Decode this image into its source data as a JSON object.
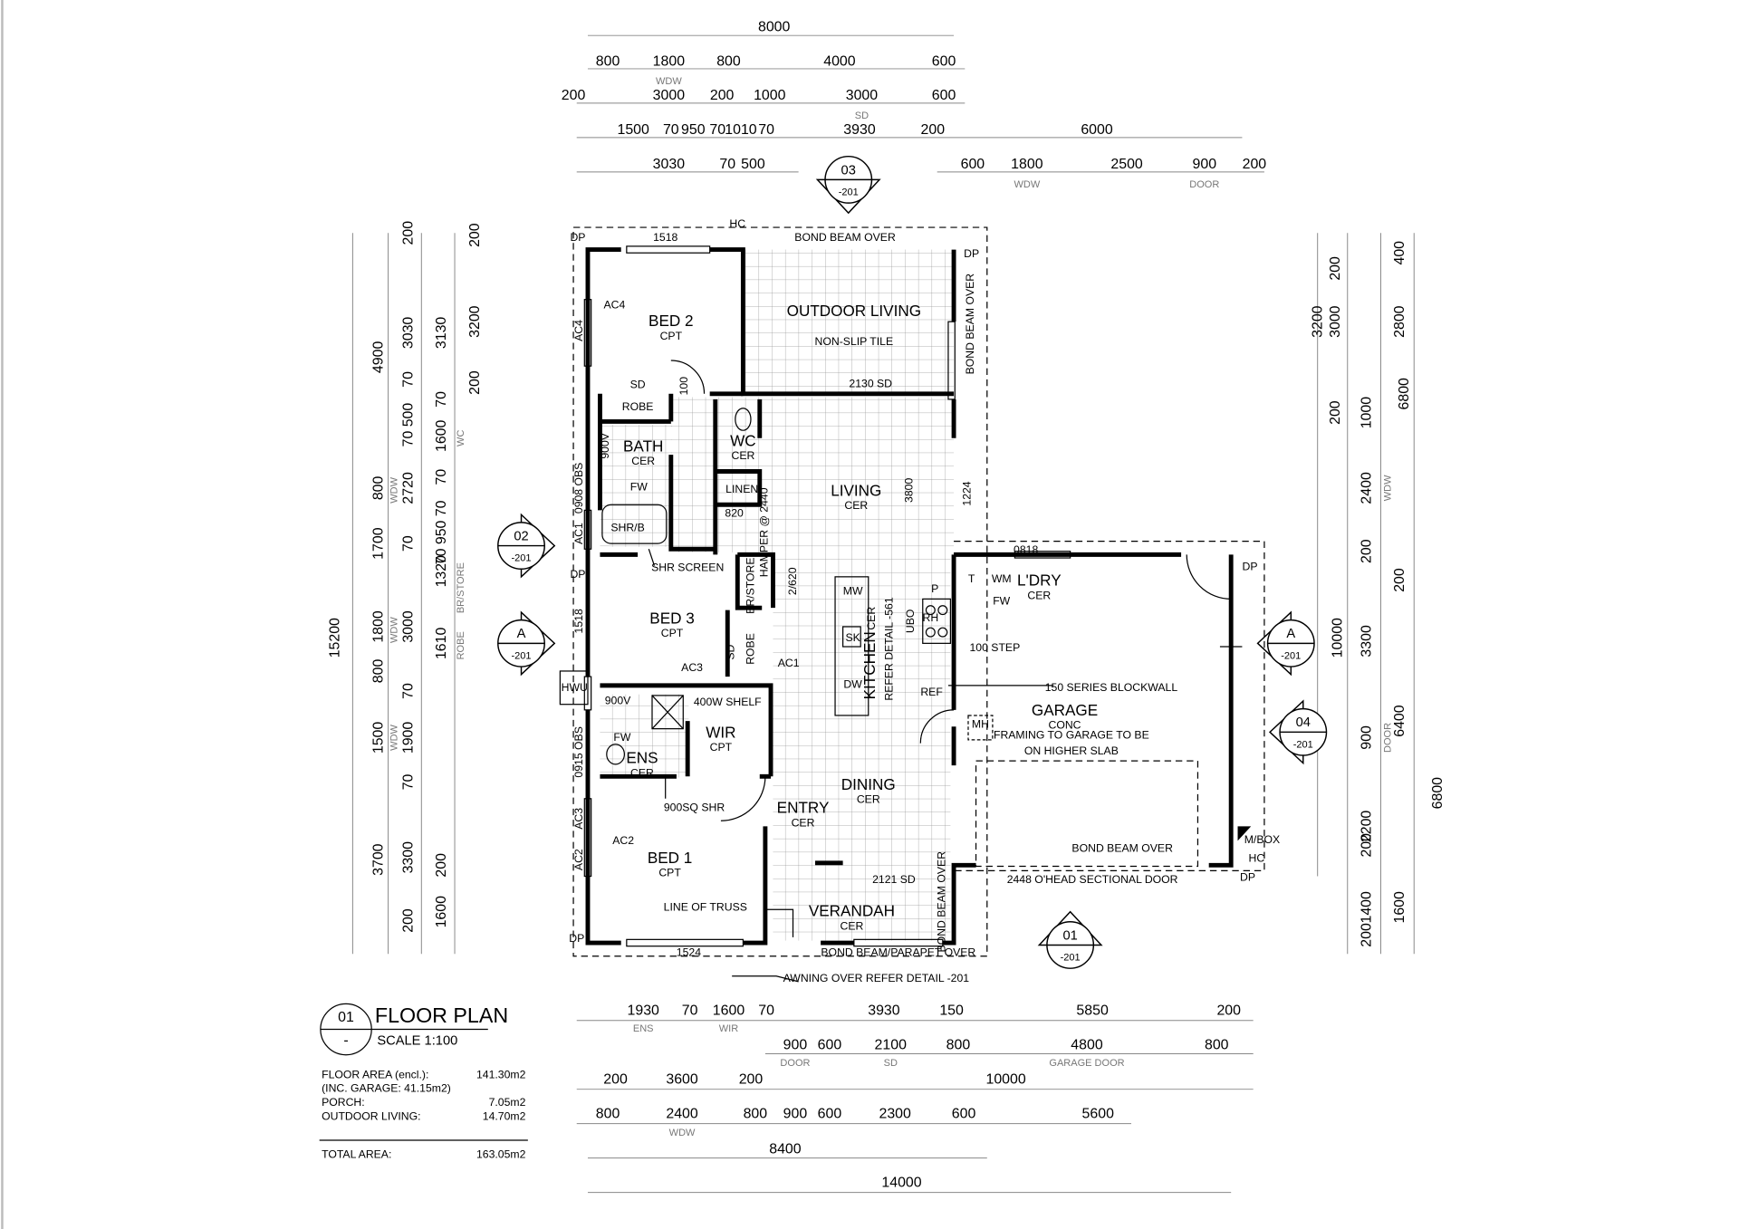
{
  "title_block": {
    "ref_top": "01",
    "ref_bottom": "-",
    "title": "FLOOR PLAN",
    "scale": "SCALE 1:100",
    "areas": [
      {
        "label": "FLOOR AREA (encl.):",
        "value": "141.30m2"
      },
      {
        "label": "(INC. GARAGE: 41.15m2)",
        "value": ""
      },
      {
        "label": "PORCH:",
        "value": "7.05m2"
      },
      {
        "label": "OUTDOOR LIVING:",
        "value": "14.70m2"
      }
    ],
    "total": {
      "label": "TOTAL AREA:",
      "value": "163.05m2"
    }
  },
  "section_markers": [
    {
      "top": "03",
      "bottom": "-201"
    },
    {
      "top": "02",
      "bottom": "-201"
    },
    {
      "top": "A",
      "bottom": "-201"
    },
    {
      "top": "A",
      "bottom": "-201"
    },
    {
      "top": "04",
      "bottom": "-201"
    },
    {
      "top": "01",
      "bottom": "-201"
    }
  ],
  "dims_top": [
    "8000",
    "800",
    "1800",
    "800",
    "4000",
    "600",
    "WDW",
    "200",
    "3000",
    "200",
    "1000",
    "3000",
    "600",
    "SD",
    "1500",
    "70",
    "950",
    "70",
    "1010",
    "70",
    "3930",
    "200",
    "6000",
    "3030",
    "70",
    "500",
    "600",
    "1800",
    "2500",
    "900",
    "200",
    "WDW",
    "DOOR"
  ],
  "dims_bottom": [
    "1930",
    "70",
    "1600",
    "70",
    "3930",
    "150",
    "5850",
    "200",
    "ENS",
    "WIR",
    "900",
    "600",
    "2100",
    "800",
    "4800",
    "800",
    "DOOR",
    "SD",
    "GARAGE DOOR",
    "200",
    "3600",
    "200",
    "10000",
    "800",
    "2400",
    "800",
    "900",
    "600",
    "2300",
    "600",
    "5600",
    "WDW",
    "8400",
    "14000"
  ],
  "dims_left": [
    "15200",
    "4900",
    "800",
    "1700",
    "1800",
    "800",
    "1500",
    "3700",
    "WDW",
    "WDW",
    "WDW",
    "200",
    "3030",
    "70",
    "70 500",
    "2720",
    "70",
    "3000",
    "70",
    "1900",
    "70",
    "3300",
    "200",
    "3130",
    "70",
    "1600",
    "70",
    "70 950 70",
    "1320",
    "1610",
    "200",
    "1600",
    "WC",
    "BR/STORE",
    "ROBE",
    "200",
    "3200",
    "200"
  ],
  "dims_right": [
    "3200",
    "200",
    "10000",
    "200",
    "3000",
    "1000",
    "2400",
    "200",
    "3300",
    "900",
    "2200",
    "200",
    "1400",
    "200",
    "400",
    "2800",
    "6800",
    "200",
    "6400",
    "6800",
    "1600",
    "WDW",
    "DOOR"
  ],
  "rooms": [
    {
      "name": "BED 2",
      "finish": "CPT"
    },
    {
      "name": "OUTDOOR LIVING",
      "finish": "NON-SLIP TILE"
    },
    {
      "name": "BATH",
      "finish": "CER"
    },
    {
      "name": "WC",
      "finish": "CER"
    },
    {
      "name": "LIVING",
      "finish": "CER"
    },
    {
      "name": "BED 3",
      "finish": "CPT"
    },
    {
      "name": "KITCHEN",
      "finish": "CER"
    },
    {
      "name": "L'DRY",
      "finish": "CER"
    },
    {
      "name": "GARAGE",
      "finish": "CONC"
    },
    {
      "name": "WIR",
      "finish": "CPT"
    },
    {
      "name": "ENS",
      "finish": "CER"
    },
    {
      "name": "DINING",
      "finish": "CER"
    },
    {
      "name": "ENTRY",
      "finish": "CER"
    },
    {
      "name": "BED 1",
      "finish": "CPT"
    },
    {
      "name": "VERANDAH",
      "finish": "CER"
    }
  ],
  "annotations": [
    "DP",
    "1518",
    "HC",
    "BOND BEAM OVER",
    "DP",
    "AC4",
    "AC4",
    "SD",
    "ROBE",
    "100",
    "2130 SD",
    "BOND BEAM OVER",
    "900V",
    "FW",
    "LINEN",
    "820",
    "HAMPER @ 2440",
    "3800",
    "1224",
    "0908 OBS",
    "AC1",
    "SHR/B",
    "DP",
    "SHR SCREEN",
    "BR/STORE",
    "2/620",
    "0818",
    "T",
    "WM",
    "FW",
    "DP",
    "1518",
    "SD",
    "ROBE",
    "AC1",
    "MW",
    "SK",
    "DW",
    "REFER DETAIL -561",
    "UBO",
    "RH",
    "P",
    "REF",
    "100 STEP",
    "150 SERIES BLOCKWALL",
    "AC3",
    "HWU",
    "900V",
    "400W SHELF",
    "FW",
    "0915 OBS",
    "MH",
    "FRAMING TO GARAGE TO BE",
    "ON HIGHER SLAB",
    "900SQ SHR",
    "AC3",
    "AC2",
    "AC2",
    "M/BOX",
    "HC",
    "BOND BEAM OVER",
    "DP",
    "2448 O'HEAD SECTIONAL DOOR",
    "2121 SD",
    "BOND BEAM OVER",
    "LINE OF TRUSS",
    "DP",
    "1524",
    "BOND BEAM/PARAPET OVER",
    "AWNING OVER REFER DETAIL -201"
  ]
}
